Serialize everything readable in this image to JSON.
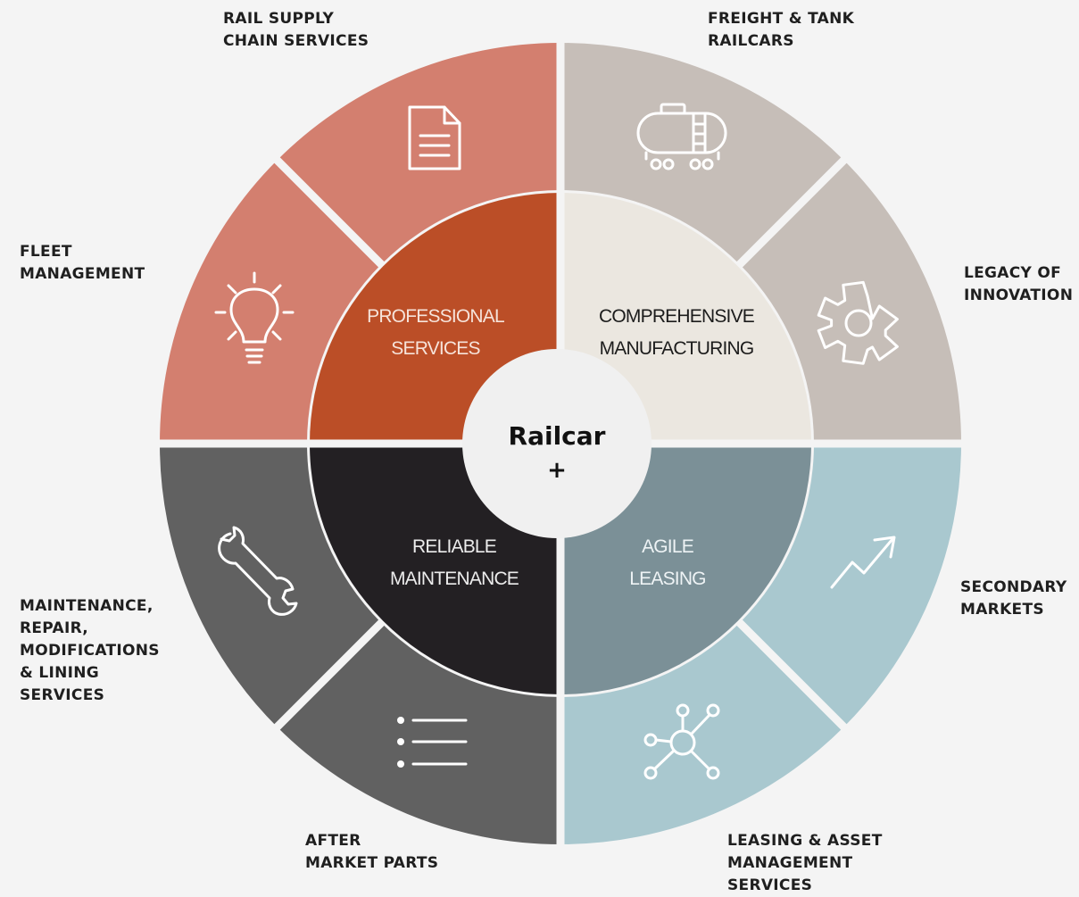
{
  "center": {
    "line1": "Railcar",
    "line2": "+"
  },
  "quadrants": {
    "professional": {
      "line1": "PROFESSIONAL",
      "line2": "SERVICES"
    },
    "manufacturing": {
      "line1": "COMPREHENSIVE",
      "line2": "MANUFACTURING"
    },
    "maintenance": {
      "line1": "RELIABLE",
      "line2": "MAINTENANCE"
    },
    "leasing": {
      "line1": "AGILE",
      "line2": "LEASING"
    }
  },
  "outer_labels": {
    "rail_supply": [
      "RAIL SUPPLY",
      "CHAIN SERVICES"
    ],
    "freight_tank": [
      "FREIGHT & TANK",
      "RAILCARS"
    ],
    "fleet_mgmt": [
      "FLEET",
      "MANAGEMENT"
    ],
    "legacy": [
      "LEGACY OF",
      "INNOVATION"
    ],
    "maintenance_repair": [
      "MAINTENANCE,",
      "REPAIR,",
      "MODIFICATIONS",
      "& LINING",
      "SERVICES"
    ],
    "secondary": [
      "SECONDARY",
      "MARKETS"
    ],
    "aftermarket": [
      "AFTER",
      "MARKET PARTS"
    ],
    "leasing_asset": [
      "LEASING & ASSET",
      "MANAGEMENT",
      "SERVICES"
    ]
  },
  "icons": {
    "rail_supply": "document-icon",
    "freight_tank": "tank-car-icon",
    "fleet_mgmt": "lightbulb-icon",
    "legacy": "gear-icon",
    "maintenance_repair": "wrench-icon",
    "secondary": "trend-arrow-icon",
    "aftermarket": "list-icon",
    "leasing_asset": "network-icon"
  },
  "colors": {
    "background": "#f4f4f4",
    "outer_red": "#d37f6f",
    "inner_red": "#bb4e27",
    "outer_taupe": "#c6beb8",
    "inner_cream": "#ebe7e0",
    "outer_gray": "#616161",
    "inner_black": "#232023",
    "outer_lightblue": "#a9c8cf",
    "inner_slate": "#7b9097"
  }
}
